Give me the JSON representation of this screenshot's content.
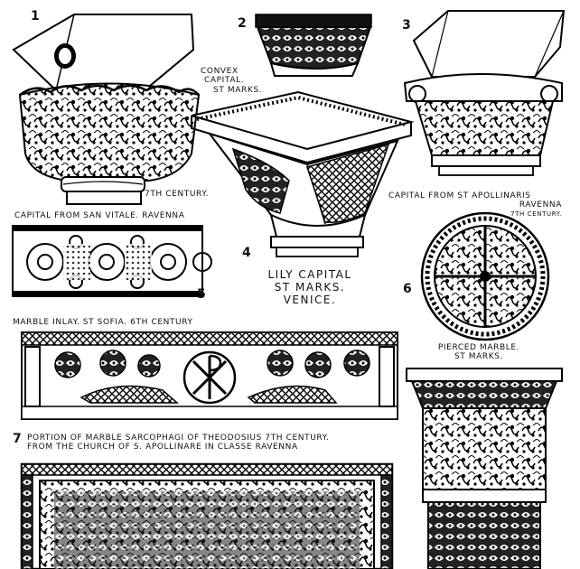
{
  "plate": {
    "numbers": {
      "n1": "1",
      "n2": "2",
      "n3": "3",
      "n4": "4",
      "n5": "5",
      "n6": "6",
      "n7": "7"
    },
    "captions": {
      "convex_capital": [
        "CONVEX",
        "CAPITAL.",
        "ST MARKS."
      ],
      "seventh_century_1": "7TH CENTURY.",
      "san_vitale": "CAPITAL FROM SAN VITALE. RAVENNA",
      "st_apollinaris": [
        "CAPITAL FROM ST APOLLINARIS",
        "RAVENNA",
        "7TH CENTURY."
      ],
      "lily_capital": [
        "LILY CAPITAL",
        "ST MARKS.",
        "VENICE."
      ],
      "marble_inlay": "MARBLE INLAY. ST SOFIA. 6TH CENTURY",
      "pierced_marble": [
        "PIERCED MARBLE.",
        "ST MARKS."
      ],
      "sarcophagi": [
        "PORTION OF MARBLE SARCOPHAGI OF THEODOSIUS 7TH CENTURY.",
        "FROM THE CHURCH OF S. APOLLINARE IN CLASSE RAVENNA"
      ]
    }
  }
}
